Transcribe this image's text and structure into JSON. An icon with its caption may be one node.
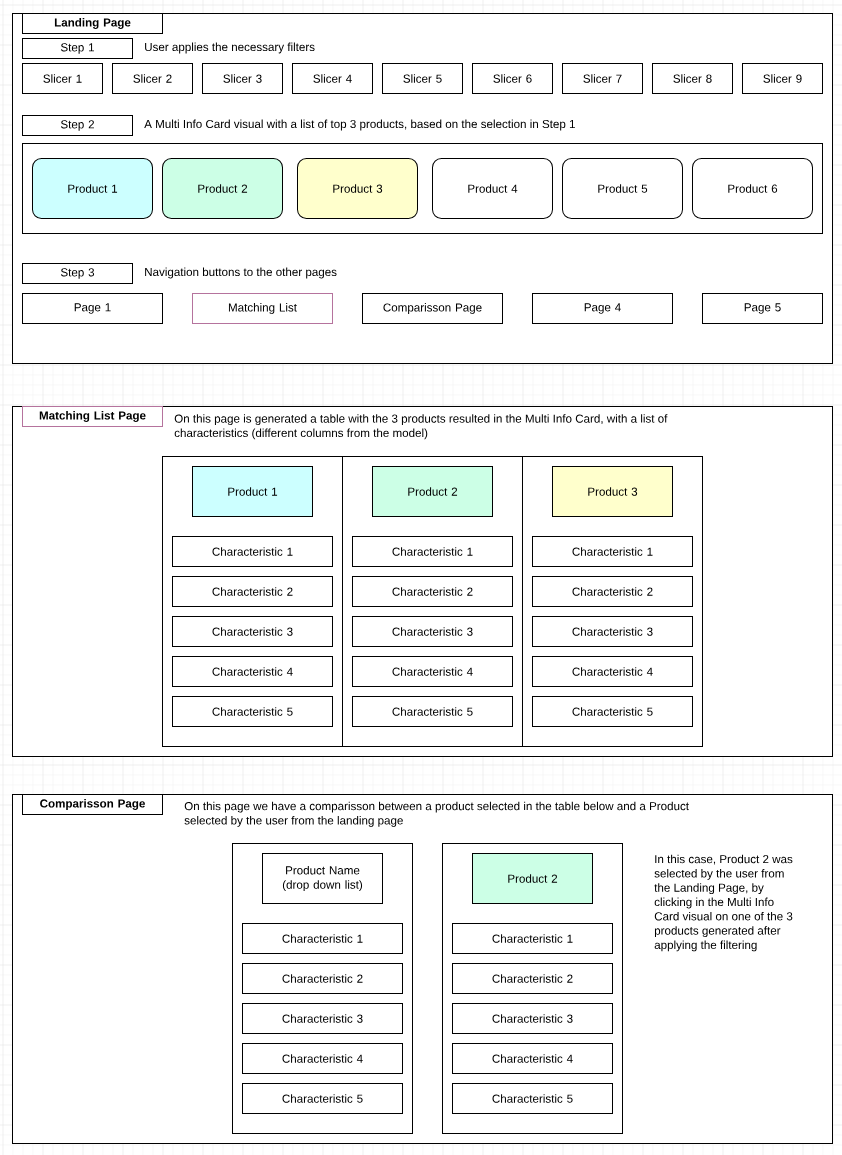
{
  "diagram": {
    "nodes": [
      {
        "text": [],
        "shape": "box"
      },
      {
        "text": [
          "Landing Page"
        ],
        "in": 0
      },
      {
        "text": [
          "Step 1"
        ],
        "in": 0,
        "beside": [
          "User applies the necessary filters"
        ]
      },
      {
        "text": [
          "Slicer 1"
        ],
        "in": 0
      },
      {
        "text": [
          "Slicer 2"
        ],
        "in": 0
      },
      {
        "text": [
          "Slicer 3"
        ],
        "in": 0
      },
      {
        "text": [
          "Slicer 4"
        ],
        "in": 0
      },
      {
        "text": [
          "Slicer 5"
        ],
        "in": 0
      },
      {
        "text": [
          "Slicer 6"
        ],
        "in": 0
      },
      {
        "text": [
          "Slicer 7"
        ],
        "in": 0
      },
      {
        "text": [
          "Slicer 8"
        ],
        "in": 0
      },
      {
        "text": [
          "Slicer 9"
        ],
        "in": 0
      },
      {
        "text": [
          "Step 2"
        ],
        "in": 0,
        "beside": [
          "A Multi Info Card visual with a list of top 3 products, based on the selection in Step 1"
        ]
      },
      {
        "text": [],
        "shape": "box",
        "in": 0
      },
      {
        "text": [
          "Product 1"
        ],
        "in": 13
      },
      {
        "text": [
          "Product 2"
        ],
        "in": 13
      },
      {
        "text": [
          "Product 3"
        ],
        "in": 13
      },
      {
        "text": [
          "Product 4"
        ],
        "in": 13
      },
      {
        "text": [
          "Product 5"
        ],
        "in": 13
      },
      {
        "text": [
          "Product 6"
        ],
        "in": 13
      },
      {
        "text": [
          "Step 3"
        ],
        "in": 0,
        "beside": [
          "Navigation buttons to the other pages"
        ]
      },
      {
        "text": [
          "Page 1"
        ],
        "in": 0
      },
      {
        "text": [
          "Matching List"
        ],
        "in": 0
      },
      {
        "text": [
          "Comparisson Page"
        ],
        "in": 0
      },
      {
        "text": [
          "Page 4"
        ],
        "in": 0
      },
      {
        "text": [
          "Page 5"
        ],
        "in": 0
      },
      {
        "text": [],
        "shape": "box"
      },
      {
        "text": [
          "Matching List Page"
        ],
        "in": 26,
        "beside": [
          "On this page is generated a table with the 3 products resulted in the Multi Info Card, with a list of characteristics (different columns from the model)"
        ]
      },
      {
        "text": [],
        "shape": "box",
        "in": 26
      },
      {
        "text": [
          "Product 1"
        ],
        "in": 28
      },
      {
        "text": [
          "Characteristic 1"
        ],
        "in": 28
      },
      {
        "text": [
          "Characteristic 2"
        ],
        "in": 28
      },
      {
        "text": [
          "Characteristic 3"
        ],
        "in": 28
      },
      {
        "text": [
          "Characteristic 4"
        ],
        "in": 28
      },
      {
        "text": [
          "Characteristic 5"
        ],
        "in": 28
      },
      {
        "text": [],
        "shape": "box",
        "in": 26
      },
      {
        "text": [
          "Product 2"
        ],
        "in": 35
      },
      {
        "text": [
          "Characteristic 1"
        ],
        "in": 35
      },
      {
        "text": [
          "Characteristic 2"
        ],
        "in": 35
      },
      {
        "text": [
          "Characteristic 3"
        ],
        "in": 35
      },
      {
        "text": [
          "Characteristic 4"
        ],
        "in": 35
      },
      {
        "text": [
          "Characteristic 5"
        ],
        "in": 35
      },
      {
        "text": [],
        "shape": "box",
        "in": 26
      },
      {
        "text": [
          "Product 3"
        ],
        "in": 42
      },
      {
        "text": [
          "Characteristic 1"
        ],
        "in": 42
      },
      {
        "text": [
          "Characteristic 2"
        ],
        "in": 42
      },
      {
        "text": [
          "Characteristic 3"
        ],
        "in": 42
      },
      {
        "text": [
          "Characteristic 4"
        ],
        "in": 42
      },
      {
        "text": [
          "Characteristic 5"
        ],
        "in": 42
      },
      {
        "text": [],
        "shape": "box"
      },
      {
        "text": [
          "Comparisson Page"
        ],
        "in": 49,
        "beside": [
          "On this page we have a comparisson between a product selected in the table below and a Product selected by the user from the landing page"
        ]
      },
      {
        "text": [],
        "shape": "box",
        "in": 49
      },
      {
        "text": [
          "Product Name (drop down list)"
        ],
        "in": 51
      },
      {
        "text": [
          "Characteristic 1"
        ],
        "in": 51
      },
      {
        "text": [
          "Characteristic 2"
        ],
        "in": 51
      },
      {
        "text": [
          "Characteristic 3"
        ],
        "in": 51
      },
      {
        "text": [
          "Characteristic 4"
        ],
        "in": 51
      },
      {
        "text": [
          "Characteristic 5"
        ],
        "in": 51
      },
      {
        "text": [],
        "shape": "box",
        "in": 49
      },
      {
        "text": [
          "Product 2"
        ],
        "in": 58
      },
      {
        "text": [
          "Characteristic 1"
        ],
        "in": 58
      },
      {
        "text": [
          "Characteristic 2"
        ],
        "in": 58
      },
      {
        "text": [
          "Characteristic 3"
        ],
        "in": 58
      },
      {
        "text": [
          "Characteristic 4"
        ],
        "in": 58
      },
      {
        "text": [
          "Characteristic 5"
        ],
        "in": 58
      }
    ],
    "labels": [
      "In this case, Product 2 was selected by the user from the Landing Page, by clicking in the Multi Info Card visual on one of the 3 products generated after applying the filtering"
    ]
  }
}
